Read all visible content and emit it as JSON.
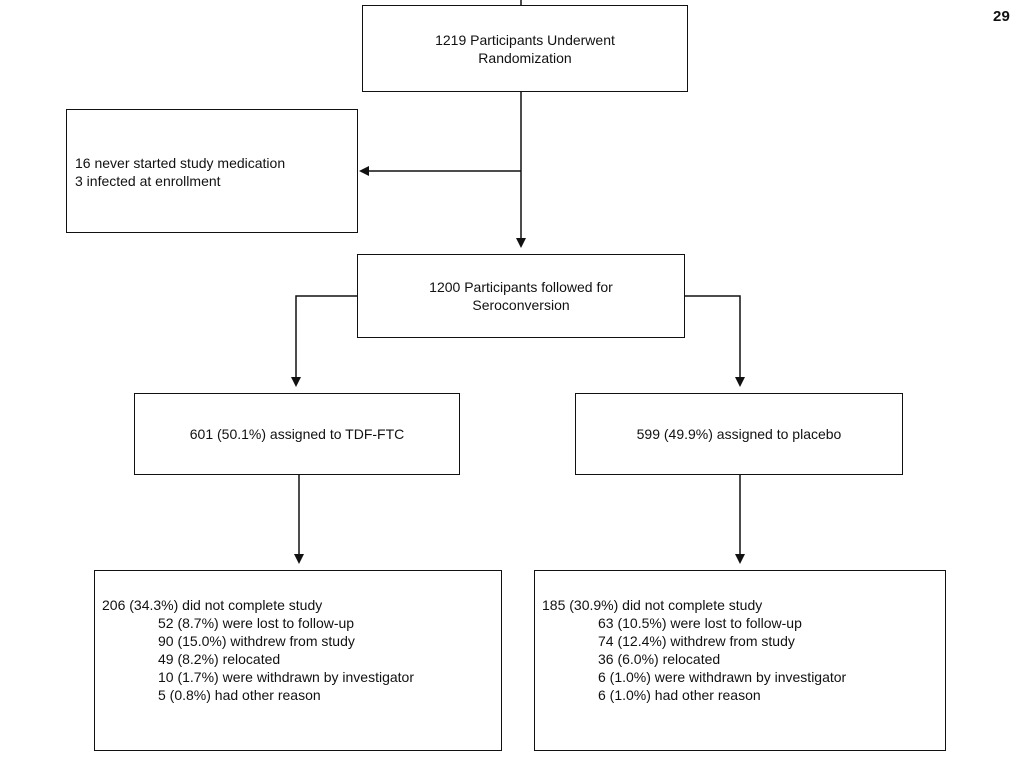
{
  "page_number": "29",
  "flow": {
    "randomization": {
      "text": "1219 Participants Underwent Randomization"
    },
    "excluded": {
      "lines": [
        "16 never started study medication",
        " 3 infected at enrollment"
      ]
    },
    "followed": {
      "text": "1200 Participants followed for Seroconversion"
    },
    "tdf_arm": {
      "label": "601 (50.1%) assigned to TDF-FTC",
      "outcome": {
        "summary": "206 (34.3%) did not complete study",
        "reasons": [
          "52 (8.7%) were lost to follow-up",
          "90 (15.0%) withdrew from study",
          "49 (8.2%) relocated",
          "10 (1.7%) were withdrawn by investigator",
          "5 (0.8%) had other reason"
        ]
      }
    },
    "placebo_arm": {
      "label": "599 (49.9%) assigned to placebo",
      "outcome": {
        "summary": "185 (30.9%) did not complete study",
        "reasons": [
          "63 (10.5%) were lost to follow-up",
          "74 (12.4%) withdrew from study",
          "36 (6.0%) relocated",
          "6 (1.0%) were withdrawn by investigator",
          "6 (1.0%) had other reason"
        ]
      }
    }
  },
  "colors": {
    "line": "#111111",
    "background": "#ffffff"
  }
}
